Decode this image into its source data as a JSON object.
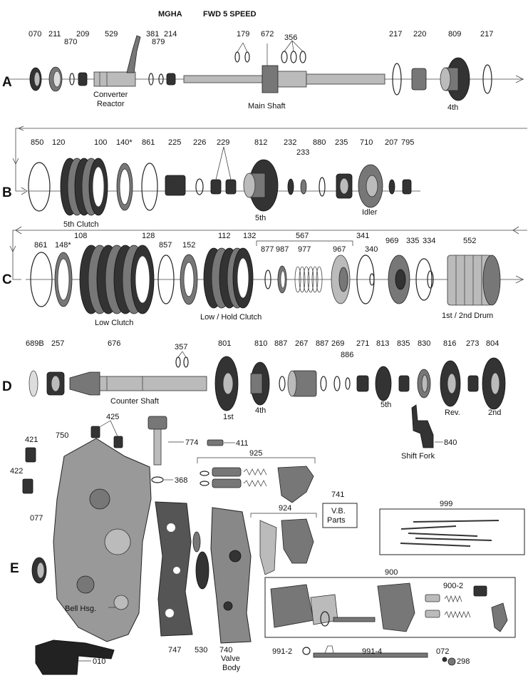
{
  "title": {
    "model": "MGHA",
    "description": "FWD 5  SPEED"
  },
  "rows": [
    {
      "letter": "A",
      "parts": [
        "070",
        "211",
        "870",
        "209",
        "529",
        "381",
        "879",
        "214",
        "179",
        "672",
        "356",
        "217",
        "220",
        "809",
        "217"
      ],
      "labels": [
        "Converter",
        "Reactor",
        "Main Shaft",
        "4th"
      ]
    },
    {
      "letter": "B",
      "parts": [
        "850",
        "120",
        "100",
        "140*",
        "861",
        "225",
        "226",
        "229",
        "812",
        "232",
        "233",
        "880",
        "235",
        "710",
        "207",
        "795"
      ],
      "labels": [
        "5th Clutch",
        "5th",
        "Idler"
      ]
    },
    {
      "letter": "C",
      "parts": [
        "861",
        "148*",
        "108",
        "128",
        "857",
        "152",
        "112",
        "132",
        "567",
        "877",
        "987",
        "977",
        "967",
        "341",
        "340",
        "969",
        "335",
        "334",
        "552"
      ],
      "labels": [
        "Low Clutch",
        "Low / Hold Clutch",
        "1st / 2nd Drum"
      ]
    },
    {
      "letter": "D",
      "parts": [
        "689B",
        "257",
        "676",
        "357",
        "801",
        "810",
        "887",
        "267",
        "887",
        "269",
        "886",
        "271",
        "813",
        "835",
        "830",
        "816",
        "273",
        "804",
        "840"
      ],
      "labels": [
        "Counter Shaft",
        "1st",
        "4th",
        "5th",
        "Rev.",
        "2nd",
        "Shift Fork"
      ]
    },
    {
      "letter": "E",
      "parts": [
        "425",
        "421",
        "750",
        "774",
        "411",
        "422",
        "368",
        "925",
        "741",
        "999",
        "077",
        "924",
        "900",
        "900-2",
        "747",
        "530",
        "740",
        "991-2",
        "991-4",
        "072",
        "298",
        "010"
      ],
      "labels": [
        "V.B.",
        "Parts",
        "Bell Hsg.",
        "Valve",
        "Body"
      ]
    }
  ]
}
